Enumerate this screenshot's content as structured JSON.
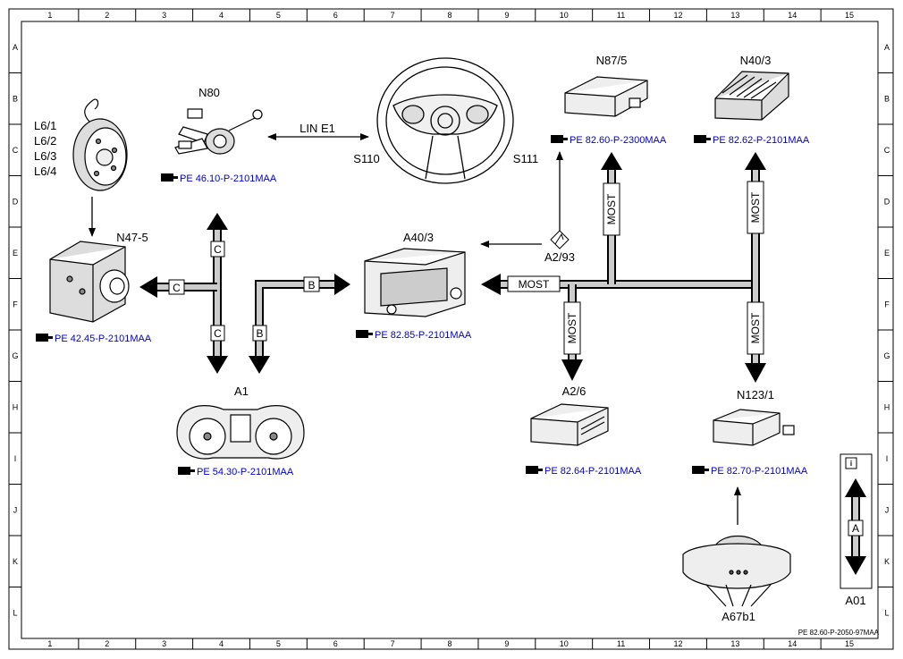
{
  "grid": {
    "columns": [
      "1",
      "2",
      "3",
      "4",
      "5",
      "6",
      "7",
      "8",
      "9",
      "10",
      "11",
      "12",
      "13",
      "14",
      "15"
    ],
    "rows": [
      "A",
      "B",
      "C",
      "D",
      "E",
      "F",
      "G",
      "H",
      "I",
      "J",
      "K",
      "L"
    ]
  },
  "components": {
    "l6": [
      "L6/1",
      "L6/2",
      "L6/3",
      "L6/4"
    ],
    "n80": "N80",
    "s110": "S110",
    "s111": "S111",
    "n87_5": "N87/5",
    "n40_3": "N40/3",
    "n47_5": "N47-5",
    "a40_3": "A40/3",
    "a2_93": "A2/93",
    "a1": "A1",
    "a2_6": "A2/6",
    "n123_1": "N123/1",
    "a67b1": "A67b1",
    "a01": "A01"
  },
  "references": {
    "n80": "PE 46.10-P-2101MAA",
    "n87_5": "PE 82.60-P-2300MAA",
    "n40_3": "PE 82.62-P-2101MAA",
    "n47_5": "PE 42.45-P-2101MAA",
    "a40_3": "PE 82.85-P-2101MAA",
    "a1": "PE 54.30-P-2101MAA",
    "a2_6": "PE 82.64-P-2101MAA",
    "n123_1": "PE 82.70-P-2101MAA"
  },
  "buses": {
    "lin": "LIN E1",
    "most": "MOST",
    "c": "C",
    "b": "B",
    "a": "A"
  },
  "legend_info": "i",
  "footer": "PE 82.60-P-2050-97MAA"
}
